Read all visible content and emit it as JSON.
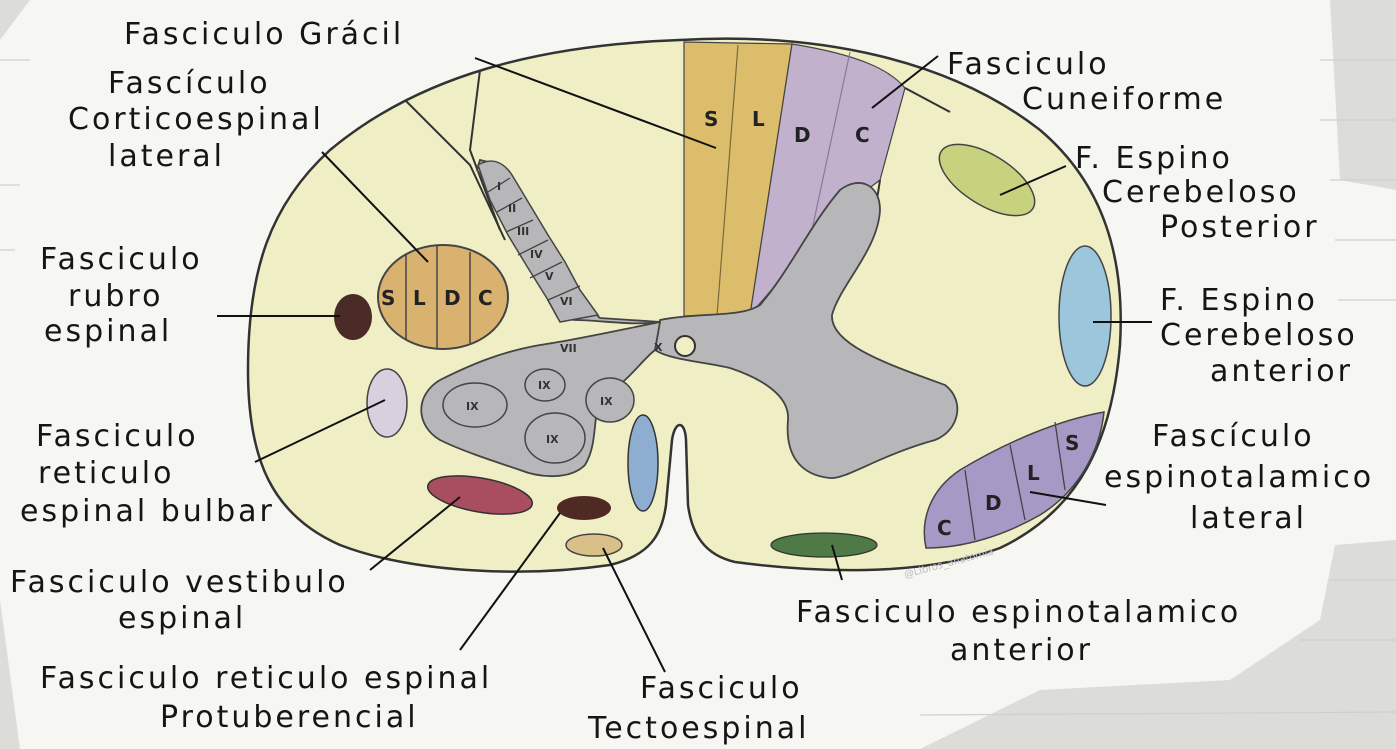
{
  "labels": {
    "gracil": "Fasciculo Grácil",
    "cortico_1": "Fascículo",
    "cortico_2": "Corticoespinal",
    "cortico_3": "lateral",
    "cuneiforme_1": "Fasciculo",
    "cuneiforme_2": "Cuneiforme",
    "ecp_1": "F. Espino",
    "ecp_2": "Cerebeloso",
    "ecp_3": "Posterior",
    "rubro_1": "Fasciculo",
    "rubro_2": "rubro",
    "rubro_3": "espinal",
    "eca_1": "F. Espino",
    "eca_2": "Cerebeloso",
    "eca_3": "anterior",
    "retbulbar_1": "Fasciculo",
    "retbulbar_2": "reticulo",
    "retbulbar_3": "espinal bulbar",
    "etl_1": "Fascículo",
    "etl_2": "espinotalamico",
    "etl_3": "lateral",
    "vest_1": "Fasciculo vestibulo",
    "vest_2": "espinal",
    "eta_1": "Fasciculo espinotalamico",
    "eta_2": "anterior",
    "retprot_1": "Fasciculo reticulo espinal",
    "retprot_2": "Protuberencial",
    "tecto_1": "Fasciculo",
    "tecto_2": "Tectoespinal"
  },
  "segments": {
    "gracil": [
      "S",
      "L"
    ],
    "cuneiforme": [
      "D",
      "C"
    ],
    "corticospinal": [
      "S",
      "L",
      "D",
      "C"
    ],
    "spinothalamic": [
      "C",
      "D",
      "L",
      "S"
    ]
  },
  "laminae": [
    "I",
    "II",
    "III",
    "IV",
    "V",
    "VI",
    "VII",
    "X",
    "IX",
    "IX",
    "IX",
    "IX"
  ],
  "watermark": "@Libros_anatomia",
  "colors": {
    "white_matter": "#efeec5",
    "gray_matter": "#b7b7b9",
    "gracil": "#dcbd6b",
    "cuneiforme": "#c2b1cc",
    "corticospinal": "#d9b270",
    "rubro": "#4a2b26",
    "ecp": "#c6d27e",
    "eca": "#9cc6dc",
    "retbulbar": "#d8cfdf",
    "etl": "#a799c6",
    "vest": "#a94d61",
    "retprot": "#4f2a22",
    "tecto": "#d9c089",
    "eta": "#4f7a45"
  }
}
